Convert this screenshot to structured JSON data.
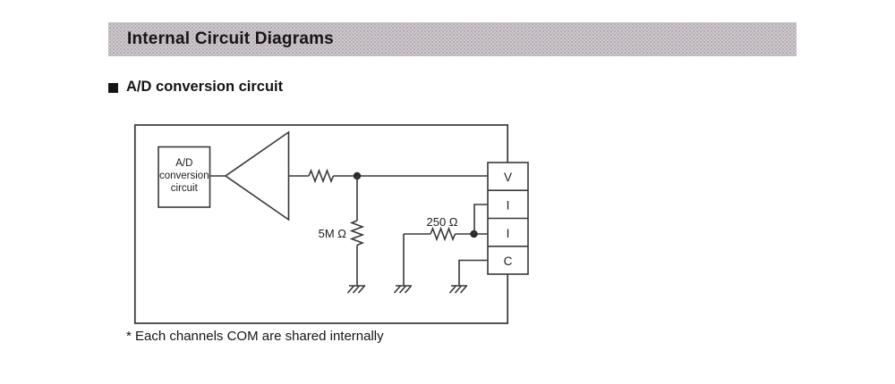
{
  "header": {
    "title": "Internal Circuit Diagrams"
  },
  "section": {
    "heading": "A/D conversion circuit"
  },
  "diagram": {
    "ad_box_lines": [
      "A/D",
      "conversion",
      "circuit"
    ],
    "labels": {
      "pulldown_resistor": "5M Ω",
      "shunt_resistor": "250 Ω"
    },
    "terminals": [
      "V",
      "I",
      "I",
      "C"
    ],
    "colors": {
      "line": "#383838",
      "header_bar_base": "#cccbcb",
      "header_bar_dot": "#9e809e",
      "text": "#151515"
    }
  },
  "footnote": {
    "text": "* Each channels COM are shared internally"
  }
}
